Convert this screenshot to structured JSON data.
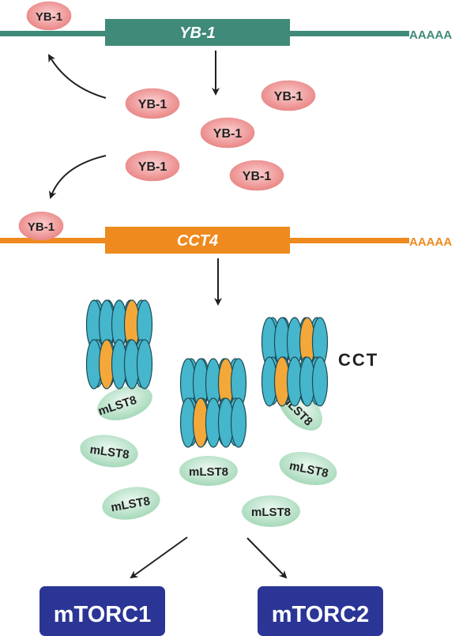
{
  "colors": {
    "yb1_mrna": "#3f8a78",
    "cct4_mrna": "#ee8a1e",
    "yb1_protein_fill": "#ee8f8f",
    "yb1_protein_light": "#fbd0d0",
    "cct_subunit": "#45b6cc",
    "cct4_subunit": "#f4a83a",
    "mlst8_fill": "#a9dbbd",
    "mlst8_light": "#e6f5ec",
    "mtorc_box": "#2b3596",
    "arrow": "#1f1f1f",
    "text_dark": "#222222",
    "text_white": "#ffffff"
  },
  "yb1_gene": {
    "label": "YB-1",
    "polyA": "AAAAA"
  },
  "cct4_gene": {
    "label": "CCT4",
    "polyA": "AAAAA"
  },
  "yb1_proteins": [
    "YB-1",
    "YB-1",
    "YB-1",
    "YB-1",
    "YB-1",
    "YB-1",
    "YB-1"
  ],
  "cct_label": "CCT",
  "mlst8_label": "mLST8",
  "mtorc1": {
    "label": "mTORC1"
  },
  "mtorc2": {
    "label": "mTORC2"
  }
}
